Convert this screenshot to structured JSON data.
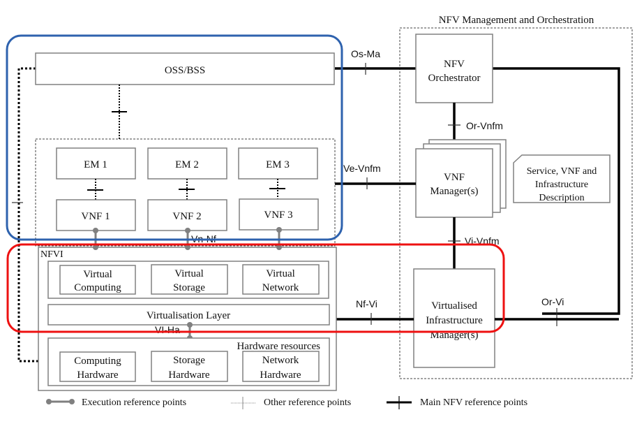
{
  "diagram": {
    "mano_title": "NFV Management and Orchestration",
    "oss_bss": "OSS/BSS",
    "em": [
      "EM 1",
      "EM 2",
      "EM 3"
    ],
    "vnf": [
      "VNF 1",
      "VNF 2",
      "VNF 3"
    ],
    "nfvi_label": "NFVI",
    "virtual_resources": [
      {
        "line1": "Virtual",
        "line2": "Computing"
      },
      {
        "line1": "Virtual",
        "line2": "Storage"
      },
      {
        "line1": "Virtual",
        "line2": "Network"
      }
    ],
    "virtualisation_layer": "Virtualisation Layer",
    "hardware_resources_label": "Hardware resources",
    "hardware": [
      {
        "line1": "Computing",
        "line2": "Hardware"
      },
      {
        "line1": "Storage",
        "line2": "Hardware"
      },
      {
        "line1": "Network",
        "line2": "Hardware"
      }
    ],
    "orchestrator": {
      "line1": "NFV",
      "line2": "Orchestrator"
    },
    "vnf_manager": {
      "line1": "VNF",
      "line2": "Manager(s)"
    },
    "vim": {
      "line1": "Virtualised",
      "line2": "Infrastructure",
      "line3": "Manager(s)"
    },
    "description": {
      "line1": "Service, VNF and",
      "line2": "Infrastructure",
      "line3": "Description"
    },
    "reference_points": {
      "os_ma": "Os-Ma",
      "or_vnfm": "Or-Vnfm",
      "ve_vnfm": "Ve-Vnfm",
      "vi_vnfm": "Vi-Vnfm",
      "vn_nf": "Vn-Nf",
      "nf_vi": "Nf-Vi",
      "or_vi": "Or-Vi",
      "vi_ha": "VI-Ha"
    },
    "highlights": {
      "blue": "#2E62AE",
      "red": "#EE1111"
    }
  },
  "legend": {
    "execution": "Execution reference points",
    "other": "Other reference points",
    "main": "Main NFV reference points"
  }
}
